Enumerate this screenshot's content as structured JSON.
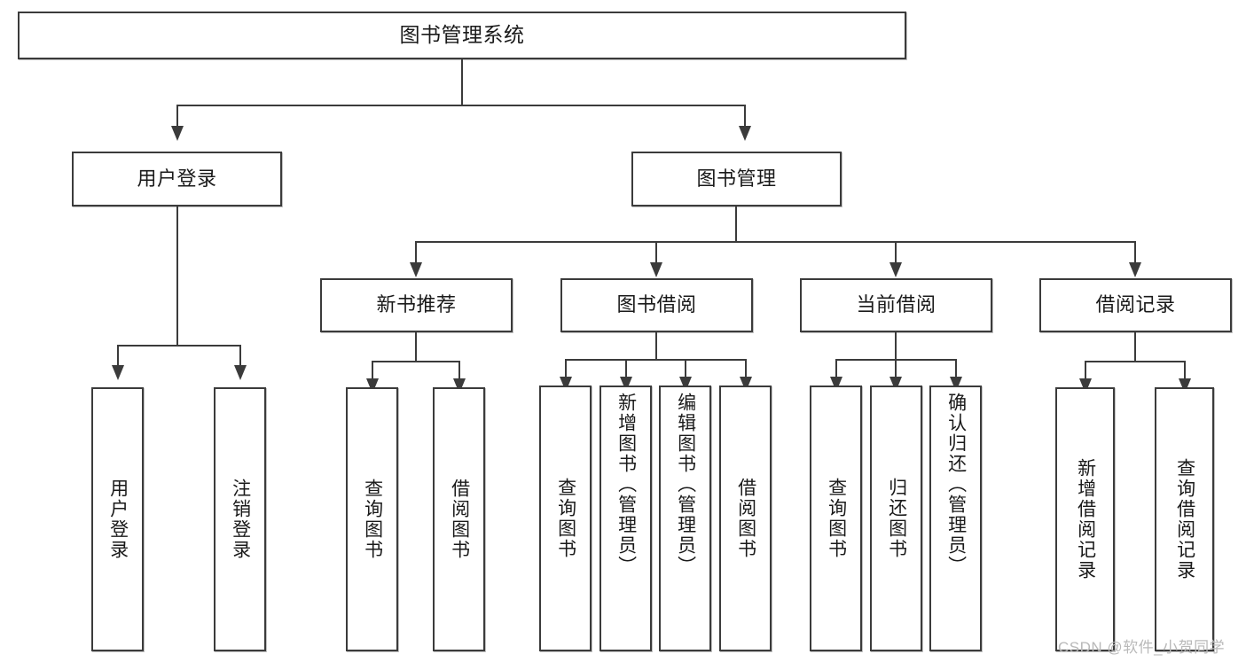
{
  "diagram": {
    "type": "tree",
    "title": "图书管理系统",
    "watermark": "CSDN @软件_小贺同学",
    "colors": {
      "box_border": "#3b3b3b",
      "box_fill": "#ffffff",
      "connector": "#3b3b3b",
      "text": "#1a1a1a",
      "watermark": "#b9b9b9",
      "background": "#ffffff"
    },
    "nodes": {
      "root": {
        "label": "图书管理系统"
      },
      "level2": [
        {
          "id": "user-login",
          "label": "用户登录"
        },
        {
          "id": "book-manage",
          "label": "图书管理"
        }
      ],
      "level3": [
        {
          "id": "new-book-recommend",
          "label": "新书推荐",
          "parent": "book-manage"
        },
        {
          "id": "book-borrow",
          "label": "图书借阅",
          "parent": "book-manage"
        },
        {
          "id": "current-borrow",
          "label": "当前借阅",
          "parent": "book-manage"
        },
        {
          "id": "borrow-record",
          "label": "借阅记录",
          "parent": "book-manage"
        }
      ],
      "leaves": {
        "user-login": [
          {
            "id": "leaf-user-login",
            "label": "用户登录"
          },
          {
            "id": "leaf-user-logout",
            "label": "注销登录"
          }
        ],
        "new-book-recommend": [
          {
            "id": "leaf-query-book-1",
            "label": "查询图书"
          },
          {
            "id": "leaf-borrow-book-1",
            "label": "借阅图书"
          }
        ],
        "book-borrow": [
          {
            "id": "leaf-query-book-2",
            "label": "查询图书"
          },
          {
            "id": "leaf-add-book",
            "label": "新增图书（管理员）"
          },
          {
            "id": "leaf-edit-book",
            "label": "编辑图书（管理员）"
          },
          {
            "id": "leaf-borrow-book-2",
            "label": "借阅图书"
          }
        ],
        "current-borrow": [
          {
            "id": "leaf-query-book-3",
            "label": "查询图书"
          },
          {
            "id": "leaf-return-book",
            "label": "归还图书"
          },
          {
            "id": "leaf-confirm-return",
            "label": "确认归还（管理员）"
          }
        ],
        "borrow-record": [
          {
            "id": "leaf-add-record",
            "label": "新增借阅记录"
          },
          {
            "id": "leaf-query-record",
            "label": "查询借阅记录"
          }
        ]
      }
    }
  }
}
